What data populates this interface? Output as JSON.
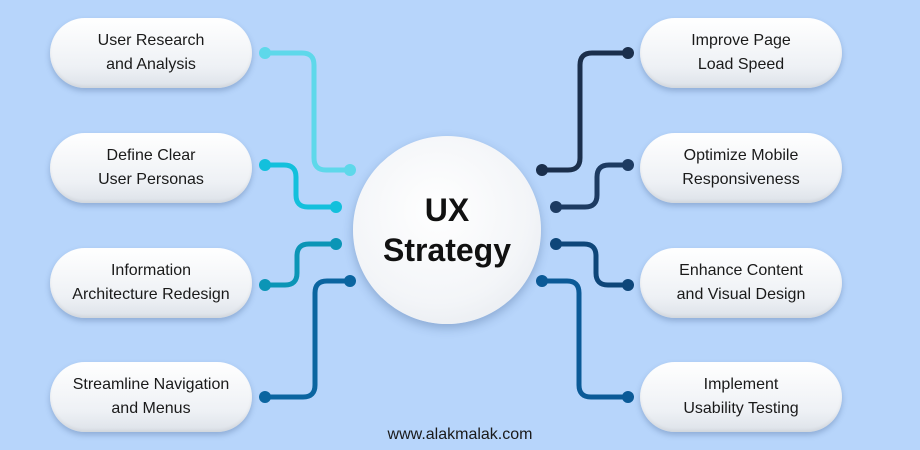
{
  "center": {
    "line1": "UX",
    "line2": "Strategy"
  },
  "left_items": [
    {
      "line1": "User Research",
      "line2": "and Analysis",
      "color": "#5ed8ea"
    },
    {
      "line1": "Define Clear",
      "line2": "User Personas",
      "color": "#13c0dc"
    },
    {
      "line1": "Information",
      "line2": "Architecture Redesign",
      "color": "#0b95b6"
    },
    {
      "line1": "Streamline Navigation",
      "line2": "and Menus",
      "color": "#0b65a0"
    }
  ],
  "right_items": [
    {
      "line1": "Improve Page",
      "line2": "Load Speed",
      "color": "#1b2f4c"
    },
    {
      "line1": "Optimize Mobile",
      "line2": "Responsiveness",
      "color": "#1d3b62"
    },
    {
      "line1": "Enhance Content",
      "line2": "and Visual Design",
      "color": "#0e4679"
    },
    {
      "line1": "Implement",
      "line2": "Usability Testing",
      "color": "#0b5a97"
    }
  ],
  "footer": "www.alakmalak.com",
  "colors": {
    "background": "#b7d5fb"
  }
}
